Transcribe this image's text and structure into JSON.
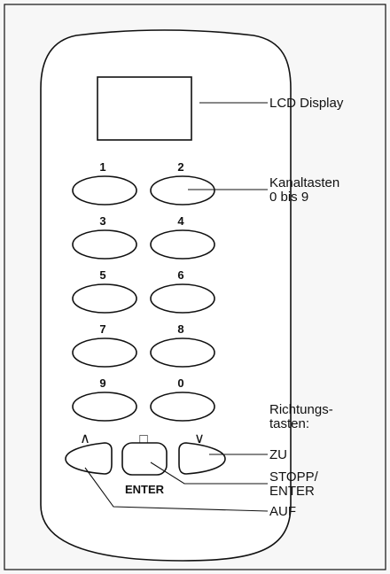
{
  "keypad": {
    "keys": [
      "1",
      "2",
      "3",
      "4",
      "5",
      "6",
      "7",
      "8",
      "9",
      "0"
    ]
  },
  "direction_keys": {
    "up_symbol": "∧",
    "stop_symbol": "□",
    "down_symbol": "∨",
    "enter_label": "ENTER"
  },
  "callouts": {
    "lcd": "LCD Display",
    "kanal_line1": "Kanaltasten",
    "kanal_line2": "0 bis 9",
    "richtung_line1": "Richtungs-",
    "richtung_line2": "tasten:",
    "zu": "ZU",
    "stopp_line1": "STOPP/",
    "stopp_line2": "ENTER",
    "auf": "AUF"
  }
}
